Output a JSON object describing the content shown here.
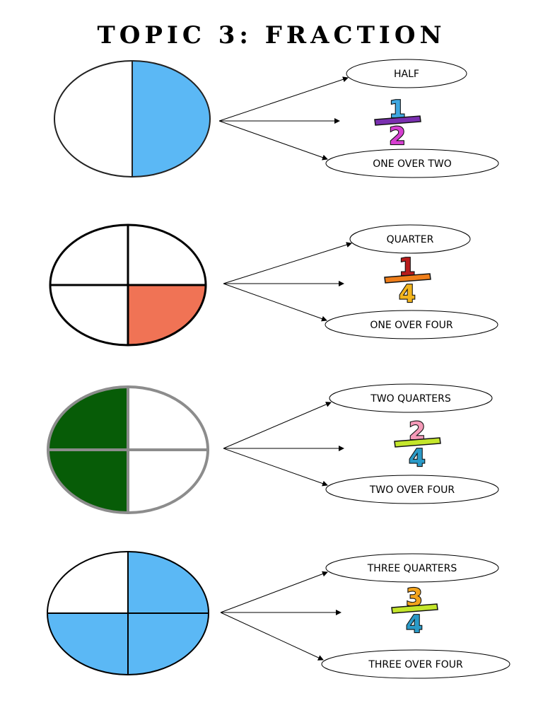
{
  "title": "TOPIC 3: FRACTION",
  "rows": [
    {
      "name": "half",
      "circle_fill": "#5bb8f5",
      "circle_stroke": "#222222",
      "shaded_quarters": [
        "tr",
        "br"
      ],
      "split": "vertical",
      "word_label": "HALF",
      "fraction": {
        "numerator": "1",
        "denominator": "2",
        "num_color": "#3fa7e0",
        "den_color": "#d63fd1",
        "bar_color": "#7a2fb0"
      },
      "words_label": "ONE OVER TWO"
    },
    {
      "name": "quarter",
      "circle_fill": "#f07355",
      "circle_stroke": "#000000",
      "shaded_quarters": [
        "br"
      ],
      "split": "cross",
      "word_label": "QUARTER",
      "fraction": {
        "numerator": "1",
        "denominator": "4",
        "num_color": "#b81c1c",
        "den_color": "#f2b41c",
        "bar_color": "#ef7e1a"
      },
      "words_label": "ONE OVER FOUR"
    },
    {
      "name": "two-quarters",
      "circle_fill": "#075c07",
      "circle_stroke": "#8c8c8c",
      "shaded_quarters": [
        "tl",
        "bl"
      ],
      "split": "cross",
      "word_label": "TWO QUARTERS",
      "fraction": {
        "numerator": "2",
        "denominator": "4",
        "num_color": "#f59ab8",
        "den_color": "#2a9ac7",
        "bar_color": "#c4e62b"
      },
      "words_label": "TWO OVER FOUR"
    },
    {
      "name": "three-quarters",
      "circle_fill": "#5bb8f5",
      "circle_stroke": "#000000",
      "shaded_quarters": [
        "tr",
        "bl",
        "br"
      ],
      "split": "cross",
      "word_label": "THREE QUARTERS",
      "fraction": {
        "numerator": "3",
        "denominator": "4",
        "num_color": "#f2a31c",
        "den_color": "#2a9ac7",
        "bar_color": "#c4e62b"
      },
      "words_label": "THREE OVER FOUR"
    }
  ]
}
